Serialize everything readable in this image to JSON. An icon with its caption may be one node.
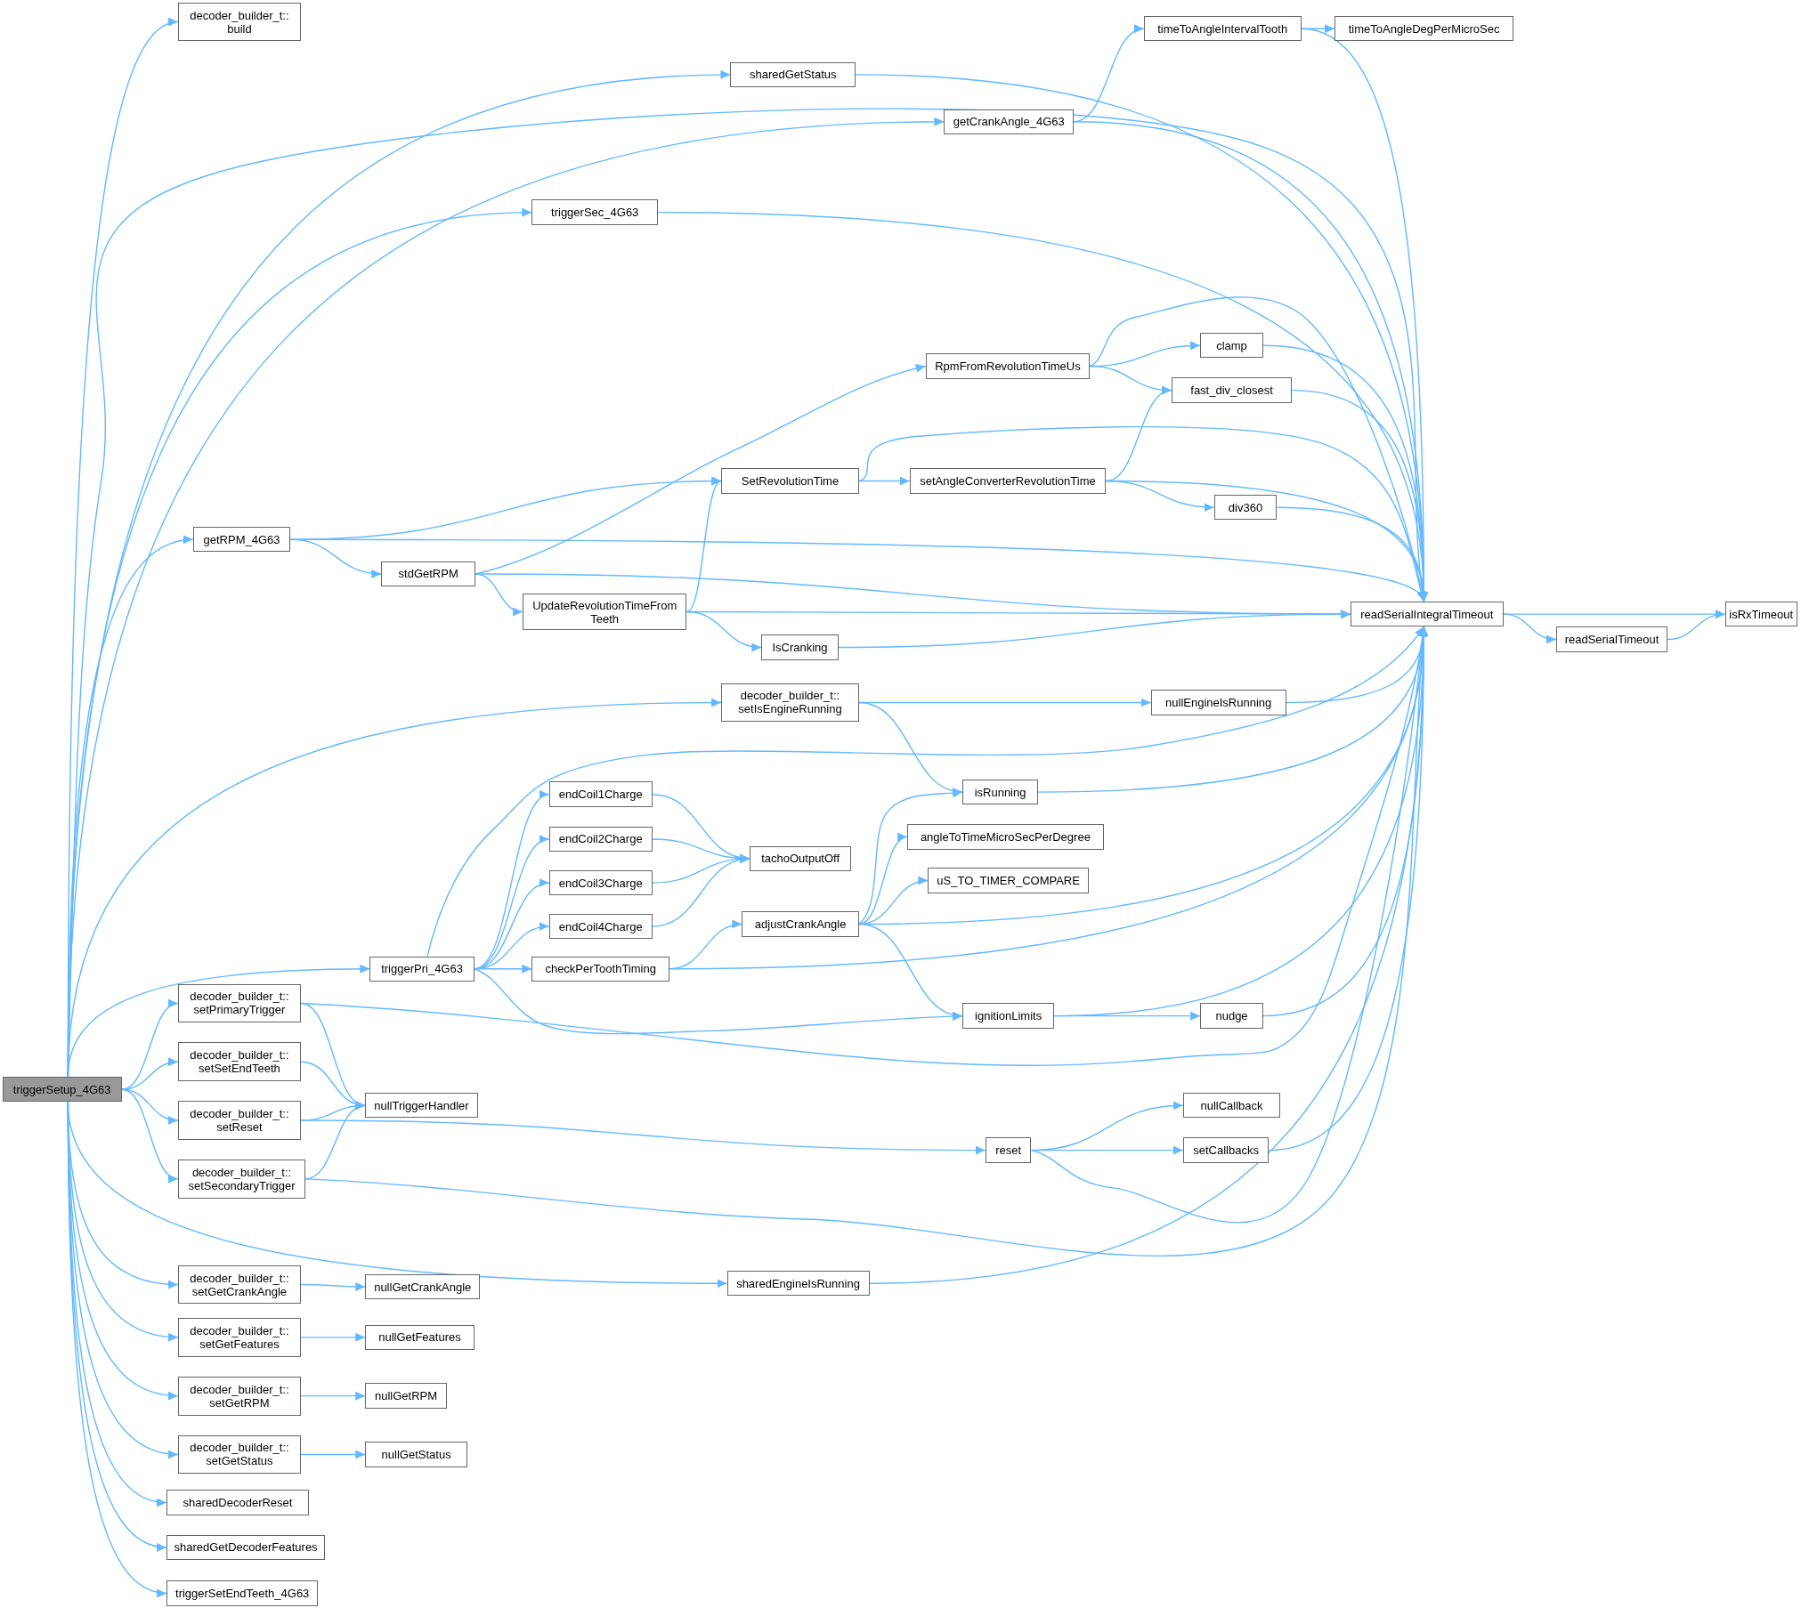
{
  "diagram": {
    "nodes": [
      {
        "text": [
          "triggerSetup_4G63"
        ]
      },
      {
        "text": [
          "decoder_builder_t:: build"
        ]
      },
      {
        "text": [
          "sharedGetStatus"
        ]
      },
      {
        "text": [
          "getCrankAngle_4G63"
        ]
      },
      {
        "text": [
          "timeToAngleIntervalTooth"
        ]
      },
      {
        "text": [
          "timeToAngleDegPerMicroSec"
        ]
      },
      {
        "text": [
          "triggerSec_4G63"
        ]
      },
      {
        "text": [
          "readSerialIntegralTimeout"
        ]
      },
      {
        "text": [
          "getRPM_4G63"
        ]
      },
      {
        "text": [
          "RpmFromRevolutionTimeUs"
        ]
      },
      {
        "text": [
          "clamp"
        ]
      },
      {
        "text": [
          "fast_div_closest"
        ]
      },
      {
        "text": [
          "SetRevolutionTime"
        ]
      },
      {
        "text": [
          "setAngleConverterRevolutionTime"
        ]
      },
      {
        "text": [
          "div360"
        ]
      },
      {
        "text": [
          "stdGetRPM"
        ]
      },
      {
        "text": [
          "UpdateRevolutionTimeFrom Teeth"
        ]
      },
      {
        "text": [
          "IsCranking"
        ]
      },
      {
        "text": [
          "readSerialTimeout"
        ]
      },
      {
        "text": [
          "isRxTimeout"
        ]
      },
      {
        "text": [
          "decoder_builder_t:: setIsEngineRunning"
        ]
      },
      {
        "text": [
          "nullEngineIsRunning"
        ]
      },
      {
        "text": [
          "isRunning"
        ]
      },
      {
        "text": [
          "triggerPri_4G63"
        ]
      },
      {
        "text": [
          "endCoil1Charge"
        ]
      },
      {
        "text": [
          "endCoil2Charge"
        ]
      },
      {
        "text": [
          "endCoil3Charge"
        ]
      },
      {
        "text": [
          "endCoil4Charge"
        ]
      },
      {
        "text": [
          "tachoOutputOff"
        ]
      },
      {
        "text": [
          "angleToTimeMicroSecPerDegree"
        ]
      },
      {
        "text": [
          "uS_TO_TIMER_COMPARE"
        ]
      },
      {
        "text": [
          "adjustCrankAngle"
        ]
      },
      {
        "text": [
          "checkPerToothTiming"
        ]
      },
      {
        "text": [
          "ignitionLimits"
        ]
      },
      {
        "text": [
          "nudge"
        ]
      },
      {
        "text": [
          "decoder_builder_t:: setPrimaryTrigger"
        ]
      },
      {
        "text": [
          "decoder_builder_t:: setSetEndTeeth"
        ]
      },
      {
        "text": [
          "nullTriggerHandler"
        ]
      },
      {
        "text": [
          "decoder_builder_t:: setReset"
        ]
      },
      {
        "text": [
          "reset"
        ]
      },
      {
        "text": [
          "nullCallback"
        ]
      },
      {
        "text": [
          "setCallbacks"
        ]
      },
      {
        "text": [
          "decoder_builder_t:: setSecondaryTrigger"
        ]
      },
      {
        "text": [
          "sharedEngineIsRunning"
        ]
      },
      {
        "text": [
          "decoder_builder_t:: setGetCrankAngle"
        ]
      },
      {
        "text": [
          "nullGetCrankAngle"
        ]
      },
      {
        "text": [
          "decoder_builder_t:: setGetFeatures"
        ]
      },
      {
        "text": [
          "nullGetFeatures"
        ]
      },
      {
        "text": [
          "decoder_builder_t:: setGetRPM"
        ]
      },
      {
        "text": [
          "nullGetRPM"
        ]
      },
      {
        "text": [
          "decoder_builder_t:: setGetStatus"
        ]
      },
      {
        "text": [
          "nullGetStatus"
        ]
      },
      {
        "text": [
          "sharedDecoderReset"
        ]
      },
      {
        "text": [
          "sharedGetDecoderFeatures"
        ]
      },
      {
        "text": [
          "triggerSetEndTeeth_4G63"
        ]
      }
    ],
    "edges": [
      {
        "from": 0,
        "to": 1,
        "arrow": "to"
      },
      {
        "from": 0,
        "to": 2,
        "arrow": "to"
      },
      {
        "from": 0,
        "to": 3,
        "arrow": "to"
      },
      {
        "from": 0,
        "to": 7,
        "arrow": "to"
      },
      {
        "from": 0,
        "to": 6,
        "arrow": "to"
      },
      {
        "from": 0,
        "to": 8,
        "arrow": "to"
      },
      {
        "from": 0,
        "to": 20,
        "arrow": "to"
      },
      {
        "from": 0,
        "to": 23,
        "arrow": "to"
      },
      {
        "from": 0,
        "to": 35,
        "arrow": "to"
      },
      {
        "from": 0,
        "to": 36,
        "arrow": "to"
      },
      {
        "from": 0,
        "to": 38,
        "arrow": "to"
      },
      {
        "from": 0,
        "to": 42,
        "arrow": "to"
      },
      {
        "from": 0,
        "to": 43,
        "arrow": "to"
      },
      {
        "from": 0,
        "to": 44,
        "arrow": "to"
      },
      {
        "from": 0,
        "to": 46,
        "arrow": "to"
      },
      {
        "from": 0,
        "to": 48,
        "arrow": "to"
      },
      {
        "from": 0,
        "to": 50,
        "arrow": "to"
      },
      {
        "from": 0,
        "to": 52,
        "arrow": "to"
      },
      {
        "from": 0,
        "to": 53,
        "arrow": "to"
      },
      {
        "from": 0,
        "to": 54,
        "arrow": "to"
      },
      {
        "from": 2,
        "to": 7,
        "arrow": "to"
      },
      {
        "from": 3,
        "to": 4,
        "arrow": "to"
      },
      {
        "from": 3,
        "to": 7,
        "arrow": "to"
      },
      {
        "from": 4,
        "to": 5,
        "arrow": "to"
      },
      {
        "from": 4,
        "to": 7,
        "arrow": "to"
      },
      {
        "from": 6,
        "to": 7,
        "arrow": "to"
      },
      {
        "from": 8,
        "to": 7,
        "arrow": "to"
      },
      {
        "from": 8,
        "to": 12,
        "arrow": "to"
      },
      {
        "from": 8,
        "to": 15,
        "arrow": "to"
      },
      {
        "from": 9,
        "to": 7,
        "arrow": "to"
      },
      {
        "from": 9,
        "to": 10,
        "arrow": "to"
      },
      {
        "from": 9,
        "to": 11,
        "arrow": "to"
      },
      {
        "from": 10,
        "to": 7,
        "arrow": "to"
      },
      {
        "from": 11,
        "to": 7,
        "arrow": "to"
      },
      {
        "from": 12,
        "to": 7,
        "arrow": "to"
      },
      {
        "from": 12,
        "to": 13,
        "arrow": "to"
      },
      {
        "from": 13,
        "to": 11,
        "arrow": "to"
      },
      {
        "from": 13,
        "to": 14,
        "arrow": "to"
      },
      {
        "from": 13,
        "to": 7,
        "arrow": "to"
      },
      {
        "from": 14,
        "to": 7,
        "arrow": "to"
      },
      {
        "from": 15,
        "to": 9,
        "arrow": "to"
      },
      {
        "from": 15,
        "to": 7,
        "arrow": "to"
      },
      {
        "from": 15,
        "to": 16,
        "arrow": "to"
      },
      {
        "from": 16,
        "to": 12,
        "arrow": "to"
      },
      {
        "from": 16,
        "to": 7,
        "arrow": "to"
      },
      {
        "from": 16,
        "to": 17,
        "arrow": "to"
      },
      {
        "from": 17,
        "to": 7,
        "arrow": "to"
      },
      {
        "from": 7,
        "to": 18,
        "arrow": "to"
      },
      {
        "from": 7,
        "to": 19,
        "arrow": "to"
      },
      {
        "from": 18,
        "to": 19,
        "arrow": "to"
      },
      {
        "from": 20,
        "to": 21,
        "arrow": "to"
      },
      {
        "from": 20,
        "to": 22,
        "arrow": "to"
      },
      {
        "from": 21,
        "to": 7,
        "arrow": "to"
      },
      {
        "from": 22,
        "to": 7,
        "arrow": "to"
      },
      {
        "from": 23,
        "to": 7,
        "arrow": "to"
      },
      {
        "from": 23,
        "to": 24,
        "arrow": "to"
      },
      {
        "from": 23,
        "to": 25,
        "arrow": "to"
      },
      {
        "from": 23,
        "to": 26,
        "arrow": "to"
      },
      {
        "from": 23,
        "to": 27,
        "arrow": "to"
      },
      {
        "from": 23,
        "to": 32,
        "arrow": "to"
      },
      {
        "from": 23,
        "to": 33,
        "arrow": "to"
      },
      {
        "from": 24,
        "to": 28,
        "arrow": "to"
      },
      {
        "from": 25,
        "to": 28,
        "arrow": "to"
      },
      {
        "from": 26,
        "to": 28,
        "arrow": "to"
      },
      {
        "from": 27,
        "to": 28,
        "arrow": "to"
      },
      {
        "from": 32,
        "to": 31,
        "arrow": "to"
      },
      {
        "from": 32,
        "to": 7,
        "arrow": "to"
      },
      {
        "from": 31,
        "to": 22,
        "arrow": "to"
      },
      {
        "from": 31,
        "to": 29,
        "arrow": "to"
      },
      {
        "from": 31,
        "to": 30,
        "arrow": "to"
      },
      {
        "from": 31,
        "to": 33,
        "arrow": "to"
      },
      {
        "from": 31,
        "to": 7,
        "arrow": "to"
      },
      {
        "from": 33,
        "to": 34,
        "arrow": "to"
      },
      {
        "from": 33,
        "to": 7,
        "arrow": "to"
      },
      {
        "from": 34,
        "to": 7,
        "arrow": "to"
      },
      {
        "from": 35,
        "to": 37,
        "arrow": "to"
      },
      {
        "from": 35,
        "to": 7,
        "arrow": "to"
      },
      {
        "from": 36,
        "to": 37,
        "arrow": "to"
      },
      {
        "from": 38,
        "to": 37,
        "arrow": "to"
      },
      {
        "from": 38,
        "to": 39,
        "arrow": "to"
      },
      {
        "from": 39,
        "to": 40,
        "arrow": "to"
      },
      {
        "from": 39,
        "to": 41,
        "arrow": "to"
      },
      {
        "from": 39,
        "to": 7,
        "arrow": "to"
      },
      {
        "from": 41,
        "to": 7,
        "arrow": "to"
      },
      {
        "from": 42,
        "to": 37,
        "arrow": "to"
      },
      {
        "from": 42,
        "to": 7,
        "arrow": "to"
      },
      {
        "from": 43,
        "to": 7,
        "arrow": "to"
      },
      {
        "from": 44,
        "to": 45,
        "arrow": "to"
      },
      {
        "from": 46,
        "to": 47,
        "arrow": "to"
      },
      {
        "from": 48,
        "to": 49,
        "arrow": "to"
      },
      {
        "from": 50,
        "to": 51,
        "arrow": "to"
      }
    ]
  }
}
